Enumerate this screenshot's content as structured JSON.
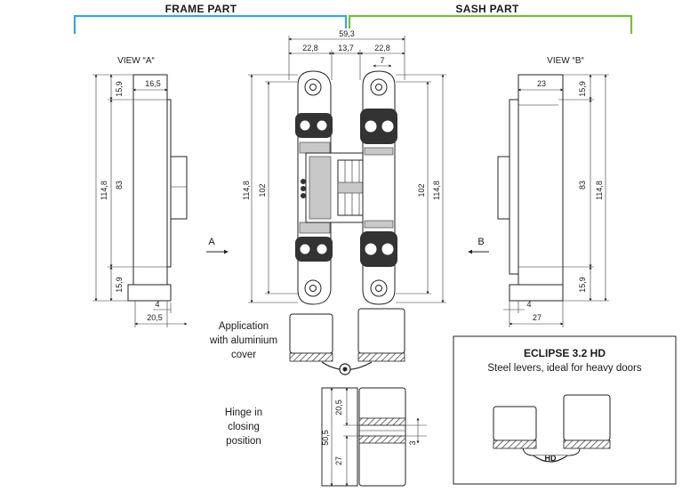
{
  "headers": {
    "frame_part": "FRAME PART",
    "sash_part": "SASH PART",
    "frame_color": "#3aa6d8",
    "sash_color": "#7dbb42"
  },
  "views": {
    "view_a": "VIEW “A“",
    "view_b": "VIEW “B“",
    "arrow_a": "A",
    "arrow_b": "B"
  },
  "dimensions": {
    "total_width": "59,3",
    "left_width": "22,8",
    "center_width": "13,7",
    "right_width": "22,8",
    "slot": "7",
    "height_total": "114,8",
    "height_inner": "102",
    "left_view_offset": "16,5",
    "right_view_offset": "23",
    "top_margin": "15,9",
    "middle": "83",
    "bottom_margin": "15,9",
    "left_base": "4",
    "left_depth": "20,5",
    "right_base": "4",
    "right_depth": "27",
    "closing_top": "20,5",
    "closing_total": "50,5",
    "closing_bottom": "27",
    "gap": "3"
  },
  "captions": {
    "aluminium_1": "Application",
    "aluminium_2": "with aluminium",
    "aluminium_3": "cover",
    "closing_1": "Hinge in",
    "closing_2": "closing",
    "closing_3": "position"
  },
  "product": {
    "title": "ECLIPSE 3.2 HD",
    "subtitle": "Steel levers, ideal for heavy doors",
    "badge": "HD"
  }
}
